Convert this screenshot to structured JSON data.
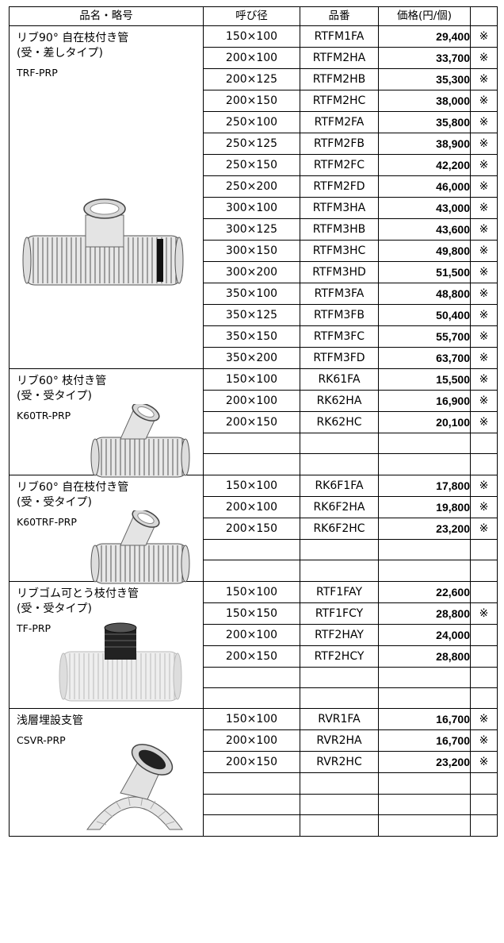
{
  "headers": {
    "name": "品名・略号",
    "size": "呼び径",
    "code": "品番",
    "price": "価格(円/個)",
    "mark": ""
  },
  "groups": [
    {
      "name": "リブ90° 自在枝付き管",
      "sub": "(受・差しタイプ)",
      "code": "TRF-PRP",
      "icon": "straight-tee-pipe",
      "rows": [
        {
          "size": "150×100",
          "code": "RTFM1FA",
          "price": "29,400",
          "mark": "※"
        },
        {
          "size": "200×100",
          "code": "RTFM2HA",
          "price": "33,700",
          "mark": "※"
        },
        {
          "size": "200×125",
          "code": "RTFM2HB",
          "price": "35,300",
          "mark": "※"
        },
        {
          "size": "200×150",
          "code": "RTFM2HC",
          "price": "38,000",
          "mark": "※"
        },
        {
          "size": "250×100",
          "code": "RTFM2FA",
          "price": "35,800",
          "mark": "※"
        },
        {
          "size": "250×125",
          "code": "RTFM2FB",
          "price": "38,900",
          "mark": "※"
        },
        {
          "size": "250×150",
          "code": "RTFM2FC",
          "price": "42,200",
          "mark": "※"
        },
        {
          "size": "250×200",
          "code": "RTFM2FD",
          "price": "46,000",
          "mark": "※"
        },
        {
          "size": "300×100",
          "code": "RTFM3HA",
          "price": "43,000",
          "mark": "※"
        },
        {
          "size": "300×125",
          "code": "RTFM3HB",
          "price": "43,600",
          "mark": "※"
        },
        {
          "size": "300×150",
          "code": "RTFM3HC",
          "price": "49,800",
          "mark": "※"
        },
        {
          "size": "300×200",
          "code": "RTFM3HD",
          "price": "51,500",
          "mark": "※"
        },
        {
          "size": "350×100",
          "code": "RTFM3FA",
          "price": "48,800",
          "mark": "※"
        },
        {
          "size": "350×125",
          "code": "RTFM3FB",
          "price": "50,400",
          "mark": "※"
        },
        {
          "size": "350×150",
          "code": "RTFM3FC",
          "price": "55,700",
          "mark": "※"
        },
        {
          "size": "350×200",
          "code": "RTFM3FD",
          "price": "63,700",
          "mark": "※"
        }
      ]
    },
    {
      "name": "リブ60° 枝付き管",
      "sub": "(受・受タイプ)",
      "code": "K60TR-PRP",
      "icon": "angled-branch-pipe",
      "rows": [
        {
          "size": "150×100",
          "code": "RK61FA",
          "price": "15,500",
          "mark": "※"
        },
        {
          "size": "200×100",
          "code": "RK62HA",
          "price": "16,900",
          "mark": "※"
        },
        {
          "size": "200×150",
          "code": "RK62HC",
          "price": "20,100",
          "mark": "※"
        },
        {
          "size": "",
          "code": "",
          "price": "",
          "mark": ""
        },
        {
          "size": "",
          "code": "",
          "price": "",
          "mark": ""
        }
      ]
    },
    {
      "name": "リブ60° 自在枝付き管",
      "sub": "(受・受タイプ)",
      "code": "K60TRF-PRP",
      "icon": "angled-branch-pipe",
      "rows": [
        {
          "size": "150×100",
          "code": "RK6F1FA",
          "price": "17,800",
          "mark": "※"
        },
        {
          "size": "200×100",
          "code": "RK6F2HA",
          "price": "19,800",
          "mark": "※"
        },
        {
          "size": "200×150",
          "code": "RK6F2HC",
          "price": "23,200",
          "mark": "※"
        },
        {
          "size": "",
          "code": "",
          "price": "",
          "mark": ""
        },
        {
          "size": "",
          "code": "",
          "price": "",
          "mark": ""
        }
      ]
    },
    {
      "name": "リブゴム可とう枝付き管",
      "sub": "(受・受タイプ)",
      "code": "TF-PRP",
      "icon": "rubber-flexible-tee-pipe",
      "rows": [
        {
          "size": "150×100",
          "code": "RTF1FAY",
          "price": "22,600",
          "mark": ""
        },
        {
          "size": "150×150",
          "code": "RTF1FCY",
          "price": "28,800",
          "mark": "※"
        },
        {
          "size": "200×100",
          "code": "RTF2HAY",
          "price": "24,000",
          "mark": ""
        },
        {
          "size": "200×150",
          "code": "RTF2HCY",
          "price": "28,800",
          "mark": ""
        },
        {
          "size": "",
          "code": "",
          "price": "",
          "mark": ""
        },
        {
          "size": "",
          "code": "",
          "price": "",
          "mark": ""
        }
      ]
    },
    {
      "name": "浅層埋設支管",
      "sub": "",
      "code": "CSVR-PRP",
      "icon": "shallow-saddle-branch-pipe",
      "rows": [
        {
          "size": "150×100",
          "code": "RVR1FA",
          "price": "16,700",
          "mark": "※"
        },
        {
          "size": "200×100",
          "code": "RVR2HA",
          "price": "16,700",
          "mark": "※"
        },
        {
          "size": "200×150",
          "code": "RVR2HC",
          "price": "23,200",
          "mark": "※"
        },
        {
          "size": "",
          "code": "",
          "price": "",
          "mark": ""
        },
        {
          "size": "",
          "code": "",
          "price": "",
          "mark": ""
        },
        {
          "size": "",
          "code": "",
          "price": "",
          "mark": ""
        }
      ]
    }
  ]
}
